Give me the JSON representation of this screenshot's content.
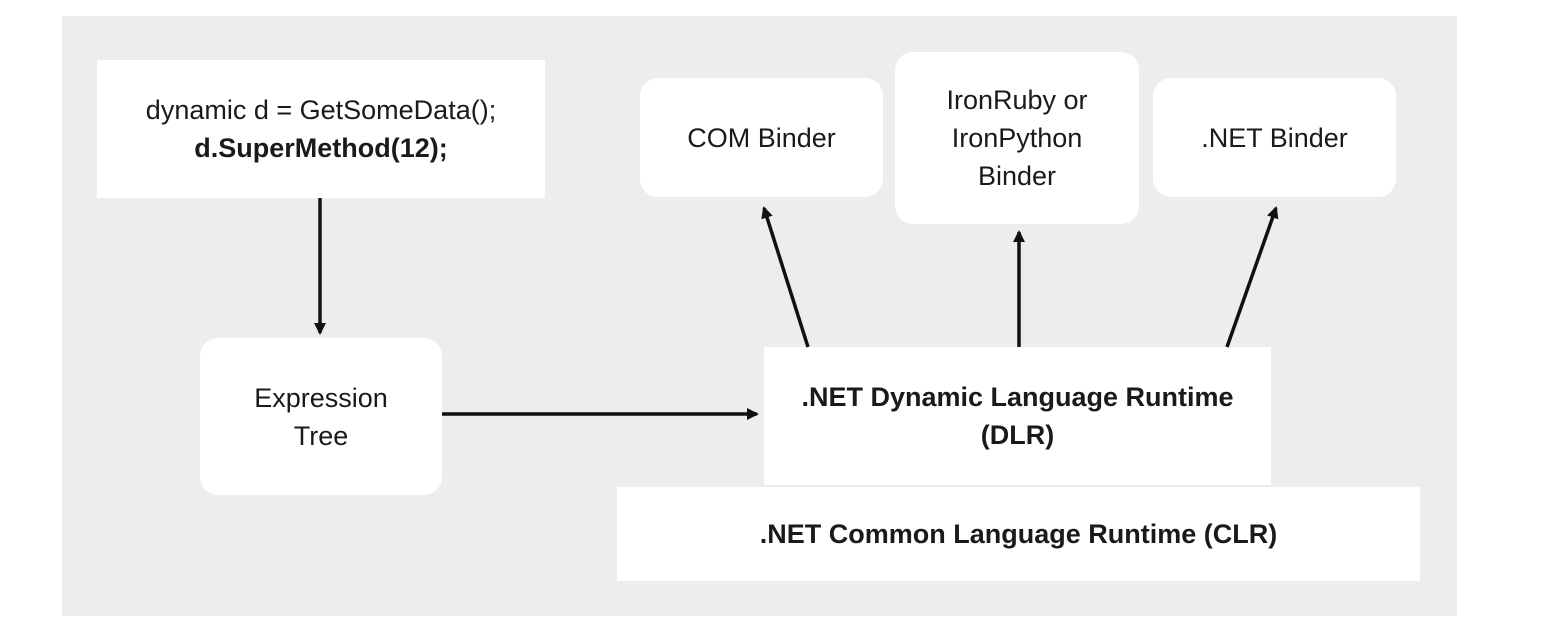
{
  "code_box": {
    "line1": "dynamic d = GetSomeData();",
    "line2": "d.SuperMethod(12);"
  },
  "com_binder": {
    "label": "COM Binder"
  },
  "iron_binder": {
    "line1": "IronRuby or",
    "line2": "IronPython",
    "line3": "Binder"
  },
  "net_binder": {
    "label": ".NET Binder"
  },
  "expression_tree": {
    "line1": "Expression",
    "line2": "Tree"
  },
  "dlr": {
    "line1": ".NET Dynamic Language Runtime",
    "line2": "(DLR)"
  },
  "clr": {
    "label": ".NET Common Language Runtime (CLR)"
  },
  "colors": {
    "background": "#ededed",
    "box": "#ffffff",
    "text": "#1a1a1a",
    "arrow": "#111111"
  }
}
